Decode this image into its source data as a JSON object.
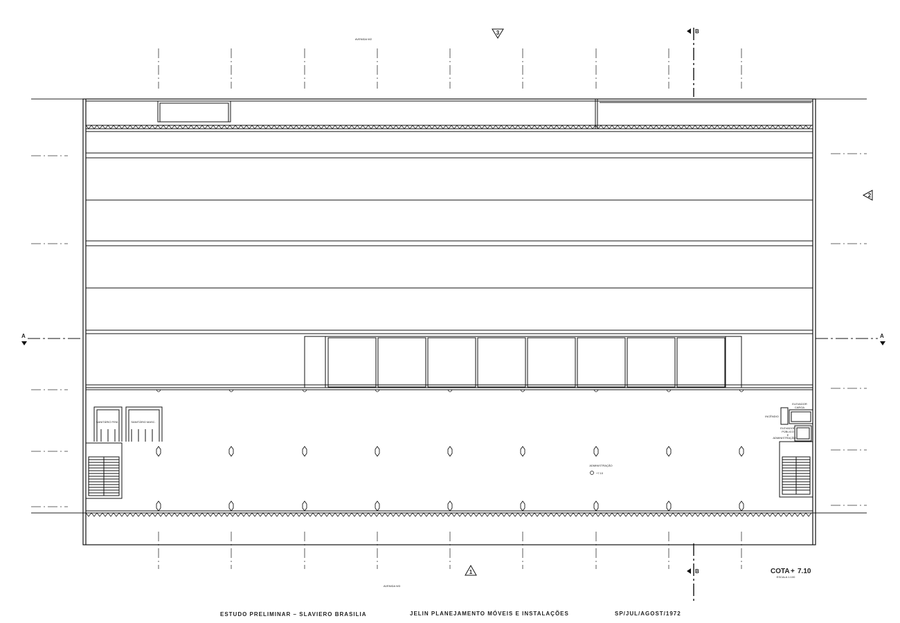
{
  "streets": {
    "top": "AVENIDA W2",
    "bottom": "AVENIDA W3"
  },
  "section_markers": {
    "top_view": "3",
    "right_view": "2",
    "bottom_view": "1",
    "section_a": "A",
    "section_b": "B"
  },
  "rooms": {
    "sanitario_fem": "SANITÁRIO FEM.",
    "sanitario_masc": "SANITÁRIO MASC.",
    "incendio": "INCÊNDIO",
    "elevador_carga_1": "ELEVADOR",
    "elevador_carga_2": "CARGA",
    "elevador_publico_1": "ELEVADOR",
    "elevador_publico_2": "PÚBLICO",
    "elevador_publico_3": "E",
    "elevador_publico_4": "ADMINISTRAÇÃO",
    "administracao": "ADMINISTRAÇÃO",
    "admin_level": "+7.10"
  },
  "level": {
    "cota_label": "COTA",
    "cota_sign": "+",
    "cota_value": "7.10",
    "scale": "ESCALA 1:100"
  },
  "title_block": {
    "project": "ESTUDO   PRELIMINAR  –  SLAVIERO    BRASILIA",
    "office": "JELIN  PLANEJAMENTO  MÓVEIS  E  INSTALAÇÕES",
    "date": "SP/JUL/AGOST/1972"
  }
}
